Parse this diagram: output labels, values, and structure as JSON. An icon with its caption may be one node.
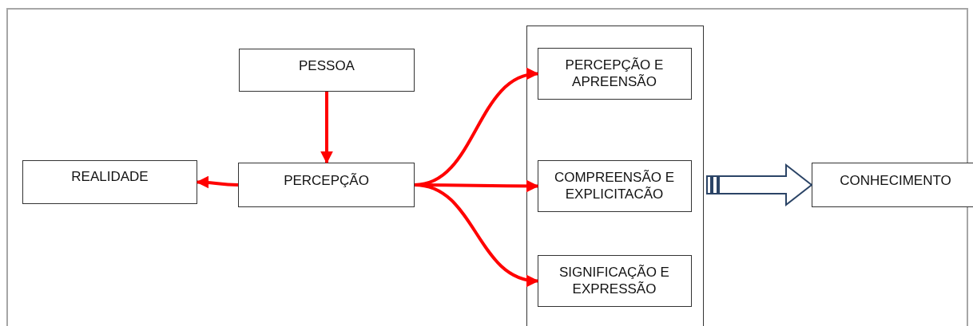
{
  "diagram": {
    "nodes": [
      {
        "text": [
          "PESSOA"
        ]
      },
      {
        "text": [
          "REALIDADE"
        ]
      },
      {
        "text": [
          "PERCEPÇÃO"
        ]
      },
      {
        "text": [],
        "shape": "box"
      },
      {
        "text": [
          "PERCEPÇÃO E APREENSÃO"
        ],
        "in": 3
      },
      {
        "text": [
          "COMPREENSÃO E EXPLICITACÃO"
        ],
        "in": 3
      },
      {
        "text": [
          "SIGNIFICAÇÃO E EXPRESSÃO"
        ],
        "in": 3
      },
      {
        "text": [
          "CONHECIMENTO"
        ]
      }
    ],
    "edges": [
      {
        "from": 0,
        "to": 2,
        "arrow": "to"
      },
      {
        "from": 2,
        "to": 1,
        "arrow": "to"
      },
      {
        "from": 2,
        "to": 4,
        "arrow": "to"
      },
      {
        "from": 2,
        "to": 5,
        "arrow": "to"
      },
      {
        "from": 2,
        "to": 6,
        "arrow": "to"
      },
      {
        "from": 3,
        "to": 7,
        "arrow": "to",
        "style": "thick",
        "color": "#2b4466"
      }
    ]
  }
}
